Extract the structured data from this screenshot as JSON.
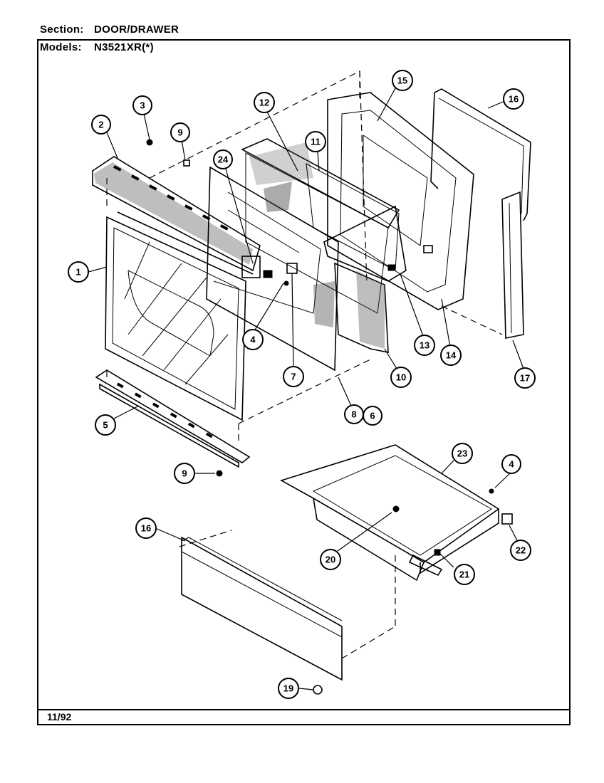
{
  "header": {
    "section_label": "Section:",
    "section_value": "DOOR/DRAWER",
    "models_label": "Models:",
    "models_value": "N3521XR(*)"
  },
  "footer": {
    "date_code": "11/92"
  },
  "callouts": [
    "1",
    "2",
    "3",
    "9",
    "24",
    "12",
    "11",
    "15",
    "16",
    "4",
    "7",
    "8",
    "6",
    "10",
    "13",
    "14",
    "17",
    "5",
    "9",
    "23",
    "4",
    "16",
    "20",
    "21",
    "22",
    "19"
  ]
}
